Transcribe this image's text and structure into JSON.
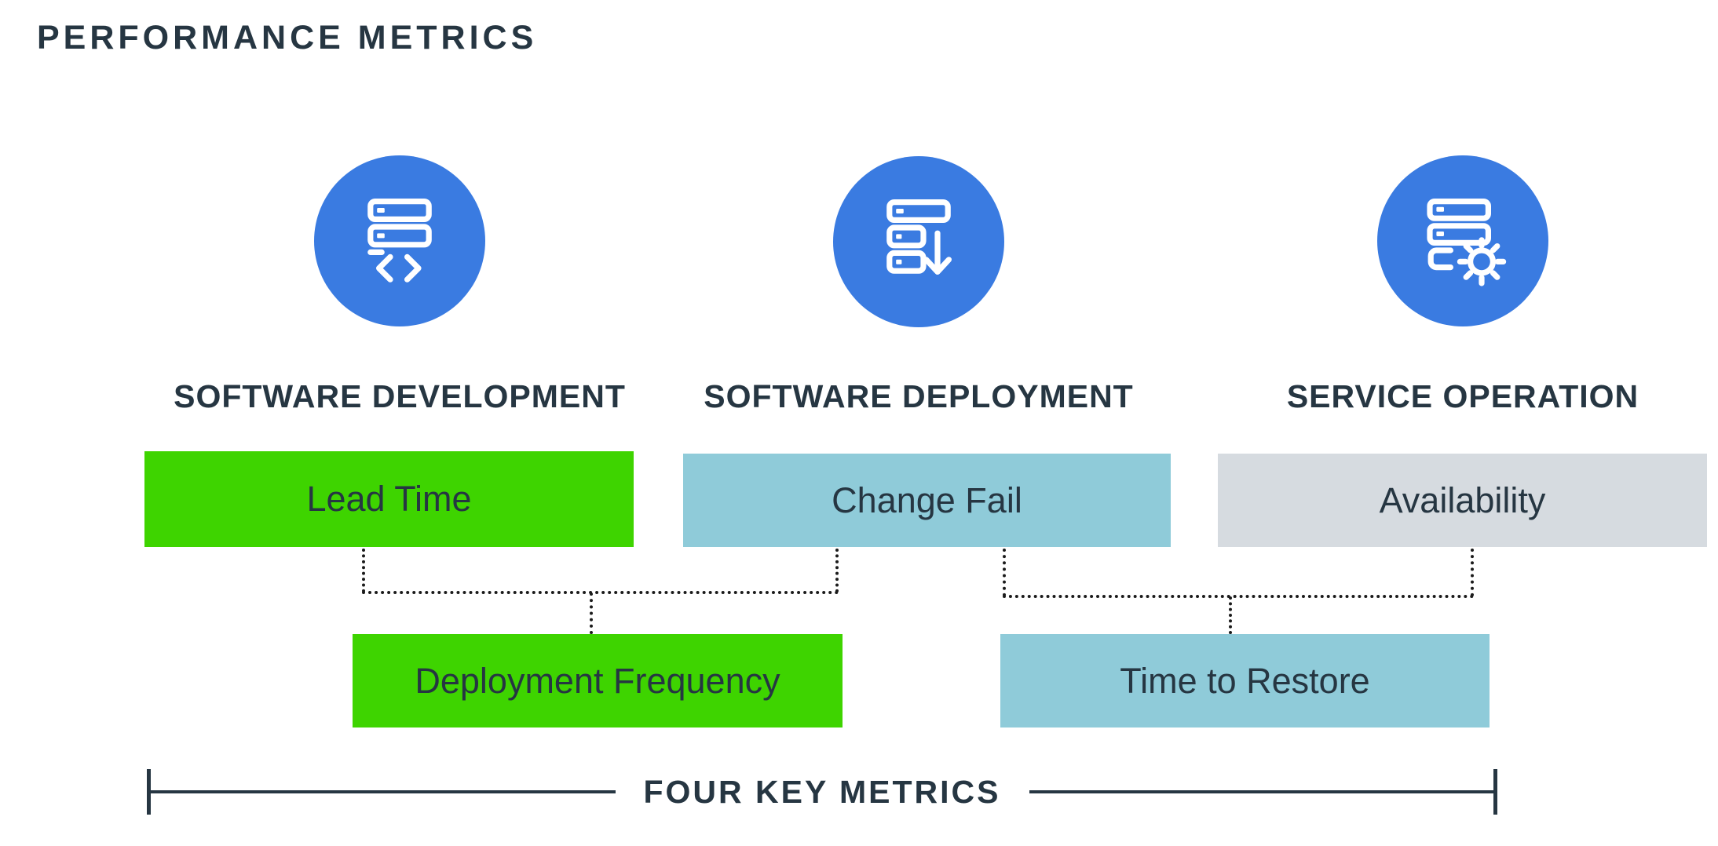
{
  "page": {
    "title": "PERFORMANCE METRICS",
    "footer_label": "FOUR KEY METRICS"
  },
  "colors": {
    "dark_text": "#263642",
    "circle_blue": "#3a7be1",
    "metric_green": "#3ed400",
    "metric_blue": "#8fcbd9",
    "metric_gray": "#d6dbe0",
    "connector_dotted": "#1b1b1b",
    "icon_stroke": "#ffffff"
  },
  "columns": [
    {
      "title": "SOFTWARE DEVELOPMENT",
      "icon": "server-code-icon"
    },
    {
      "title": "SOFTWARE DEPLOYMENT",
      "icon": "server-download-icon"
    },
    {
      "title": "SERVICE OPERATION",
      "icon": "server-gear-icon"
    }
  ],
  "metrics": {
    "row1": [
      {
        "label": "Lead Time",
        "color": "#3ed400"
      },
      {
        "label": "Change Fail",
        "color": "#8fcbd9"
      },
      {
        "label": "Availability",
        "color": "#d6dbe0"
      }
    ],
    "row2": [
      {
        "label": "Deployment Frequency",
        "color": "#3ed400"
      },
      {
        "label": "Time to Restore",
        "color": "#8fcbd9"
      }
    ]
  }
}
